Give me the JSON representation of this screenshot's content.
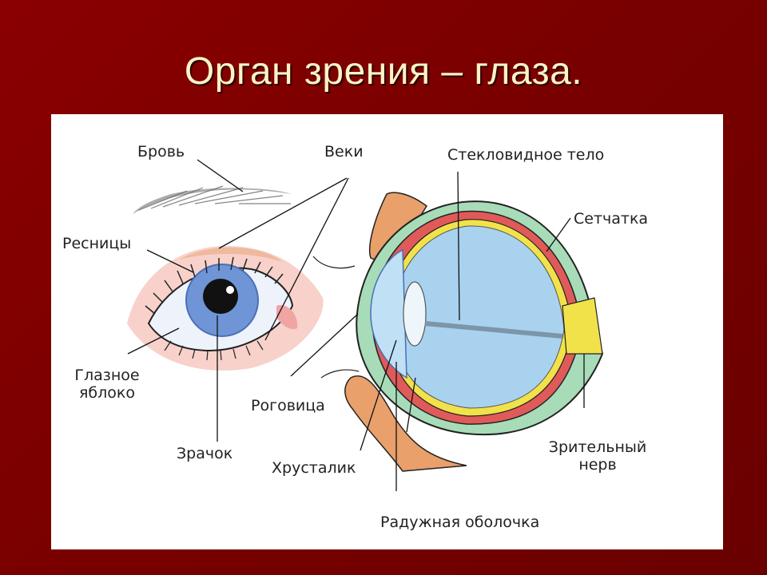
{
  "slide": {
    "title": "Орган зрения – глаза.",
    "background_color": "#7a0000",
    "title_color": "#fdf2c6"
  },
  "diagram": {
    "labels": {
      "brow": "Бровь",
      "eyelids": "Веки",
      "lashes": "Ресницы",
      "eyeball_line1": "Глазное",
      "eyeball_line2": "яблоко",
      "pupil": "Зрачок",
      "cornea": "Роговица",
      "lens": "Хрусталик",
      "iris": "Радужная оболочка",
      "vitreous": "Стекловидное тело",
      "retina": "Сетчатка",
      "optic_nerve_line1": "Зрительный",
      "optic_nerve_line2": "нерв"
    },
    "colors": {
      "sclera_green": "#a8dcb8",
      "choroid_red": "#e05a5a",
      "retina_yellow": "#f2e24a",
      "vitreous_blue": "#a9d2ef",
      "iris_blue": "#6f95d6",
      "eyelid_tan": "#e9a06a",
      "skin_pink": "#f4c1b8"
    }
  }
}
